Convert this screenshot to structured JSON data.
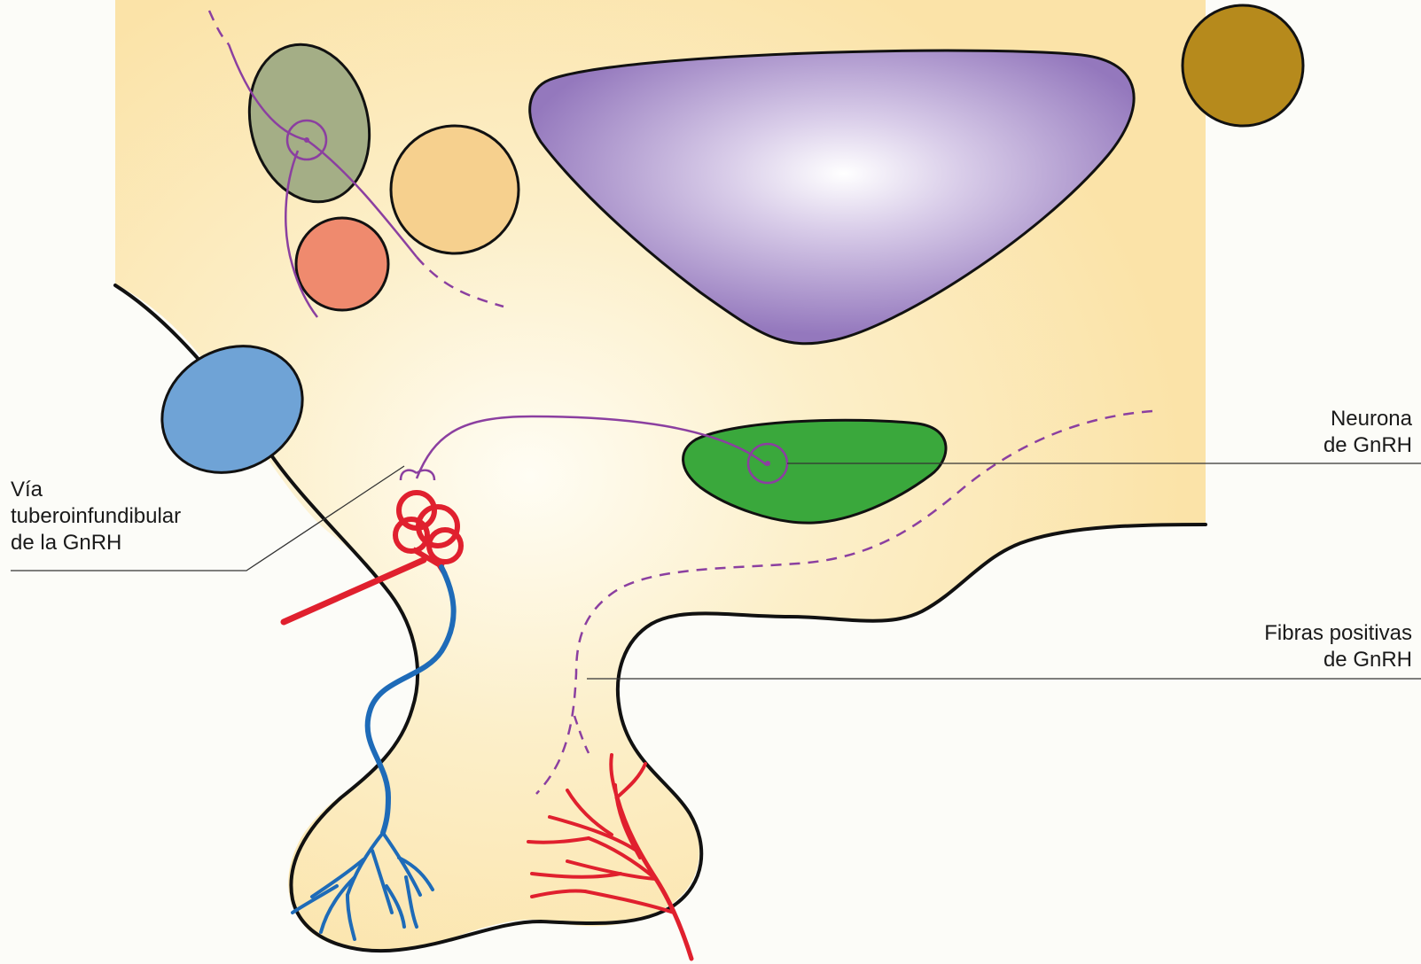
{
  "labels": {
    "neuron": {
      "line1": "Neurona",
      "line2": "de GnRH"
    },
    "pathway": {
      "line1": "Vía",
      "line2": "tuberoinfundibular",
      "line3": "de la GnRH"
    },
    "fibers": {
      "line1": "Fibras positivas",
      "line2": "de GnRH"
    }
  },
  "colors": {
    "background": "#fcfcf8",
    "tissue": "#fbe6b0",
    "outline": "#111111",
    "neuron_path": "#8b3fa0",
    "artery": "#e0202e",
    "vein": "#1e6bb8",
    "nucleus_green": "#3aa83c",
    "nucleus_blue": "#6fa3d6",
    "nucleus_gold": "#b68a1c",
    "nucleus_purple": "#9a80c2",
    "nucleus_olive": "#a4ae86",
    "nucleus_peach": "#f6d08e",
    "nucleus_salmon": "#ef8a6e"
  }
}
